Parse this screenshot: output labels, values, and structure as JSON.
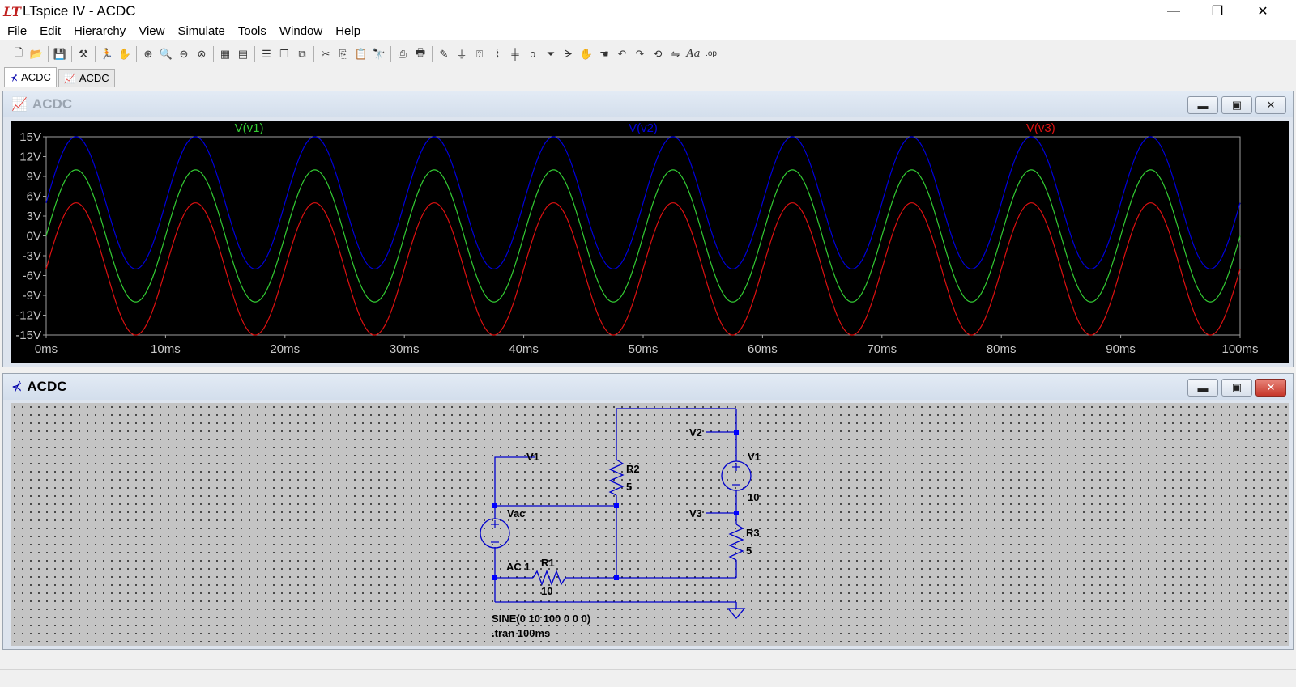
{
  "window": {
    "title": "LTspice IV - ACDC",
    "minimize": "—",
    "maximize": "❐",
    "close": "✕"
  },
  "menu": [
    "File",
    "Edit",
    "Hierarchy",
    "View",
    "Simulate",
    "Tools",
    "Window",
    "Help"
  ],
  "toolbar_icons": [
    "new-schematic-icon",
    "open-icon",
    "save-icon",
    "control-panel-icon",
    "run-icon",
    "halt-icon",
    "zoom-in-icon",
    "zoom-pan-icon",
    "zoom-out-icon",
    "zoom-fit-icon",
    "autoscale-icon",
    "tile-icon",
    "tile-horizontal-icon",
    "cascade-icon",
    "close-all-icon",
    "cut-icon",
    "copy-icon",
    "paste-icon",
    "find-icon",
    "print-setup-icon",
    "print-icon",
    "draw-wire-icon",
    "ground-icon",
    "label-net-icon",
    "resistor-icon",
    "capacitor-icon",
    "inductor-icon",
    "diode-icon",
    "component-icon",
    "move-icon",
    "drag-icon",
    "undo-icon",
    "redo-icon",
    "rotate-icon",
    "mirror-icon",
    "text-icon",
    "spice-directive-icon"
  ],
  "tabs": [
    {
      "label": "ACDC",
      "icon": "schematic-icon",
      "active": true
    },
    {
      "label": "ACDC",
      "icon": "waveform-icon",
      "active": false
    }
  ],
  "plot_window": {
    "title": "ACDC",
    "chart_data": {
      "type": "line",
      "xlabel": "",
      "ylabel": "",
      "x_unit": "ms",
      "xlim": [
        0,
        100
      ],
      "ylim": [
        -15,
        15
      ],
      "x_ticks": [
        "0ms",
        "10ms",
        "20ms",
        "30ms",
        "40ms",
        "50ms",
        "60ms",
        "70ms",
        "80ms",
        "90ms",
        "100ms"
      ],
      "y_ticks": [
        "15V",
        "12V",
        "9V",
        "6V",
        "3V",
        "0V",
        "-3V",
        "-6V",
        "-9V",
        "-12V",
        "-15V"
      ],
      "grid": false,
      "series": [
        {
          "name": "V(v1)",
          "color": "#33cc33",
          "frequency_hz": 100,
          "amplitude_v": 10,
          "offset_v": 0
        },
        {
          "name": "V(v2)",
          "color": "#0000dd",
          "frequency_hz": 100,
          "amplitude_v": 10,
          "offset_v": 5
        },
        {
          "name": "V(v3)",
          "color": "#dd1111",
          "frequency_hz": 100,
          "amplitude_v": 10,
          "offset_v": -5
        }
      ]
    }
  },
  "schematic_window": {
    "title": "ACDC",
    "labels": {
      "net_v1": "V1",
      "net_v2": "V2",
      "net_v3": "V3",
      "vac_name": "Vac",
      "vac_value": "AC 1",
      "r1_name": "R1",
      "r1_value": "10",
      "r2_name": "R2",
      "r2_value": "5",
      "r3_name": "R3",
      "r3_value": "5",
      "v1_name": "V1",
      "v1_value": "10",
      "sine": "SINE(0 10 100 0 0 0)",
      "tran": ".tran 100ms"
    }
  }
}
